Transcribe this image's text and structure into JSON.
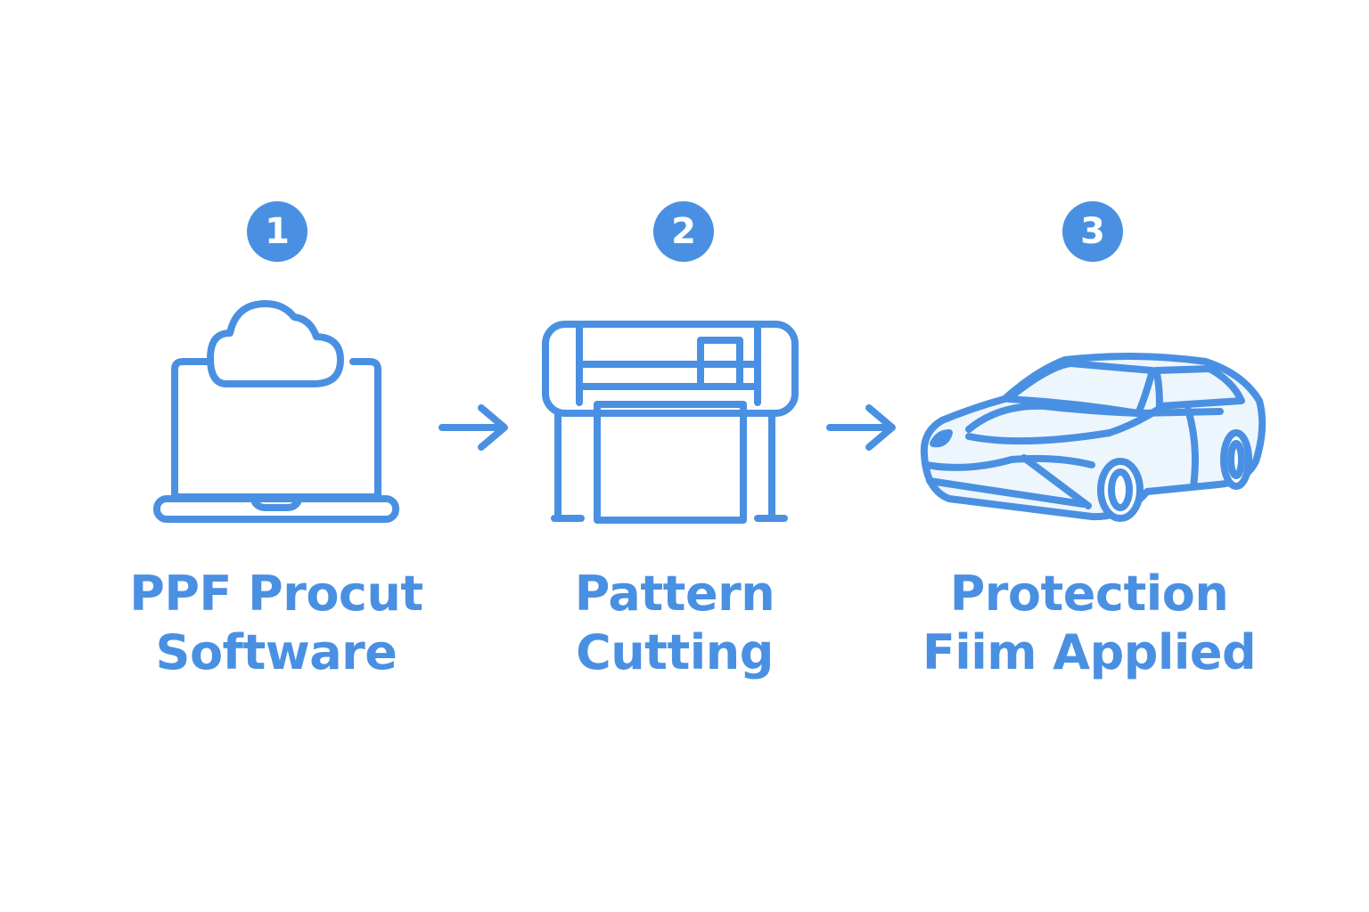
{
  "theme": {
    "accent": "#4a90e2",
    "background": "#ffffff",
    "car_fill": "#eef6fd"
  },
  "steps": [
    {
      "number": "1",
      "icon": "laptop-cloud-icon",
      "label_line1": "PPF Procut",
      "label_line2": "Software"
    },
    {
      "number": "2",
      "icon": "cutting-plotter-icon",
      "label_line1": "Pattern",
      "label_line2": "Cutting"
    },
    {
      "number": "3",
      "icon": "car-icon",
      "label_line1": "Protection",
      "label_line2": "Fiim Applied"
    }
  ],
  "connectors": [
    "arrow-right-icon",
    "arrow-right-icon"
  ]
}
